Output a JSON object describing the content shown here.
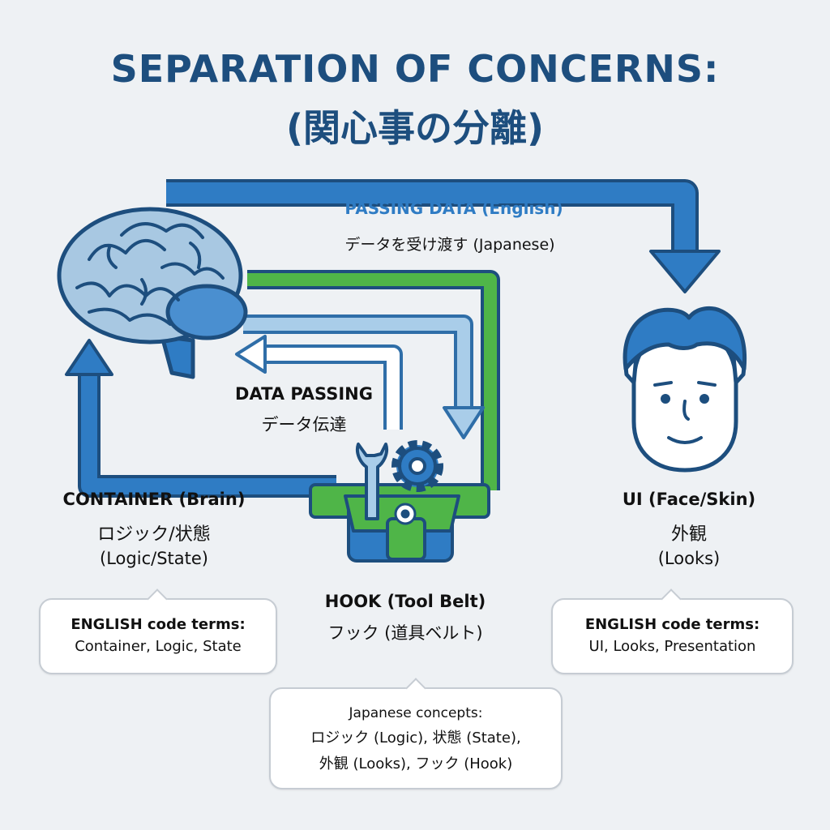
{
  "title": {
    "line1": "SEPARATION OF CONCERNS:",
    "line2": "(関心事の分離)"
  },
  "arrows": {
    "top": {
      "en": "PASSING DATA (English)",
      "jp": "データを受け渡す (Japanese)"
    },
    "inner": {
      "en": "DATA PASSING",
      "jp": "データ伝達"
    }
  },
  "container": {
    "title": "CONTAINER (Brain)",
    "jp": "ロジック/状態",
    "sub": "(Logic/State)",
    "bubble_line1": "ENGLISH code terms:",
    "bubble_line2": "Container, Logic, State"
  },
  "hook": {
    "title": "HOOK (Tool Belt)",
    "jp": "フック (道具ベルト)",
    "bubble_line1": "Japanese concepts:",
    "bubble_line2": "ロジック (Logic), 状態 (State),",
    "bubble_line3": "外観 (Looks), フック (Hook)"
  },
  "ui": {
    "title": "UI (Face/Skin)",
    "jp": "外観",
    "sub": "(Looks)",
    "bubble_line1": "ENGLISH code terms:",
    "bubble_line2": "UI, Looks, Presentation"
  },
  "colors": {
    "navy": "#1d4e7e",
    "blue": "#2f7cc4",
    "light_blue": "#a9cde9",
    "green": "#4fb548",
    "brain": "#a8c8e2"
  },
  "icons": [
    "brain-icon",
    "face-icon",
    "tool-belt-icon",
    "wrench-icon",
    "gear-icon"
  ]
}
